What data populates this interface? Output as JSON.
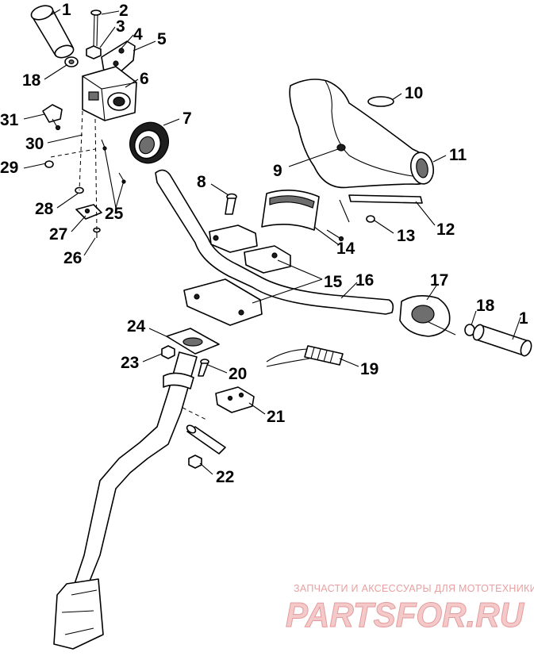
{
  "callouts": [
    {
      "id": "c1a",
      "text": "1"
    },
    {
      "id": "c2",
      "text": "2"
    },
    {
      "id": "c3",
      "text": "3"
    },
    {
      "id": "c4",
      "text": "4"
    },
    {
      "id": "c5",
      "text": "5"
    },
    {
      "id": "c18a",
      "text": "18"
    },
    {
      "id": "c6",
      "text": "6"
    },
    {
      "id": "c31",
      "text": "31"
    },
    {
      "id": "c7",
      "text": "7"
    },
    {
      "id": "c30",
      "text": "30"
    },
    {
      "id": "c29",
      "text": "29"
    },
    {
      "id": "c28",
      "text": "28"
    },
    {
      "id": "c25",
      "text": "25"
    },
    {
      "id": "c27",
      "text": "27"
    },
    {
      "id": "c26",
      "text": "26"
    },
    {
      "id": "c10",
      "text": "10"
    },
    {
      "id": "c11",
      "text": "11"
    },
    {
      "id": "c9",
      "text": "9"
    },
    {
      "id": "c8",
      "text": "8"
    },
    {
      "id": "c12",
      "text": "12"
    },
    {
      "id": "c13",
      "text": "13"
    },
    {
      "id": "c14",
      "text": "14"
    },
    {
      "id": "c15",
      "text": "15"
    },
    {
      "id": "c16",
      "text": "16"
    },
    {
      "id": "c17",
      "text": "17"
    },
    {
      "id": "c18b",
      "text": "18"
    },
    {
      "id": "c1b",
      "text": "1"
    },
    {
      "id": "c24",
      "text": "24"
    },
    {
      "id": "c23",
      "text": "23"
    },
    {
      "id": "c20",
      "text": "20"
    },
    {
      "id": "c19",
      "text": "19"
    },
    {
      "id": "c21",
      "text": "21"
    },
    {
      "id": "c22",
      "text": "22"
    }
  ],
  "watermark": {
    "tagline": "ЗАПЧАСТИ И АКСЕССУАРЫ ДЛЯ МОТОТЕХНИКИ",
    "logo": "PARTSFOR.RU"
  }
}
